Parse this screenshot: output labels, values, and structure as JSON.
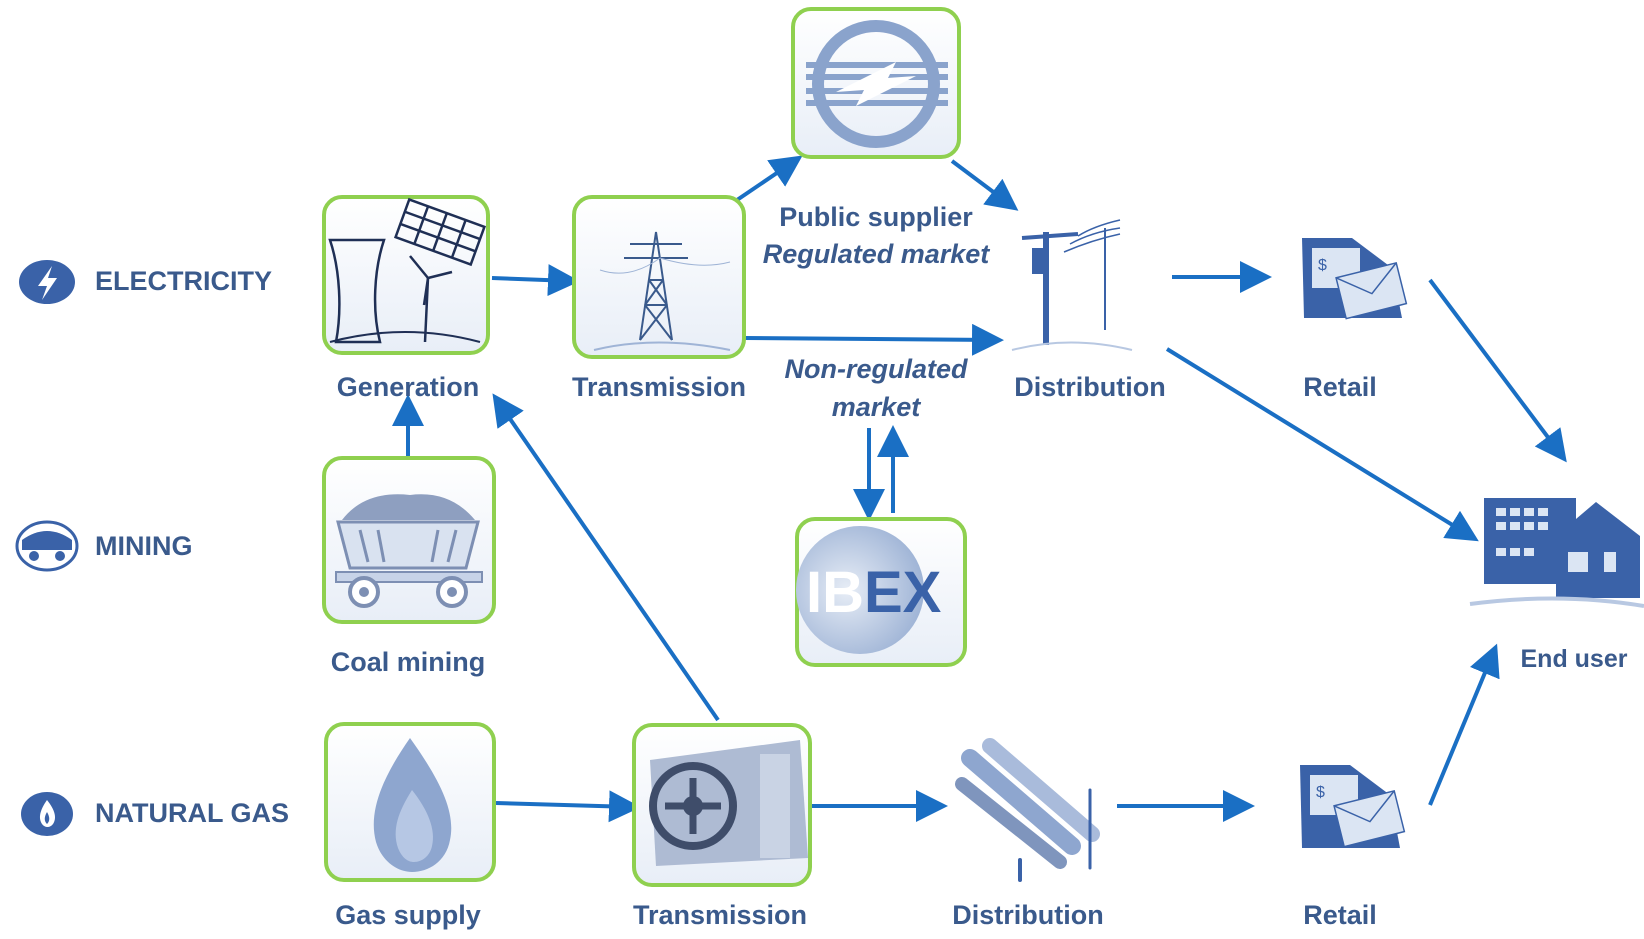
{
  "sectors": {
    "electricity": "ELECTRICITY",
    "mining": "MINING",
    "natural_gas": "NATURAL GAS"
  },
  "nodes": {
    "generation": "Generation",
    "transmission_e": "Transmission",
    "public_supplier_line1": "Public supplier",
    "public_supplier_line2": "Regulated market",
    "non_regulated_line1": "Non-regulated",
    "non_regulated_line2": "market",
    "distribution_e": "Distribution",
    "retail_e": "Retail",
    "coal_mining": "Coal mining",
    "end_user": "End user",
    "gas_supply": "Gas supply",
    "transmission_g": "Transmission",
    "distribution_g": "Distribution",
    "retail_g": "Retail",
    "ibex_logo": "IBEX"
  },
  "colors": {
    "arrow": "#1a6fc4",
    "box_border": "#8fd04f",
    "icon_fill": "#3a62a8",
    "label": "#3a5a8c"
  }
}
